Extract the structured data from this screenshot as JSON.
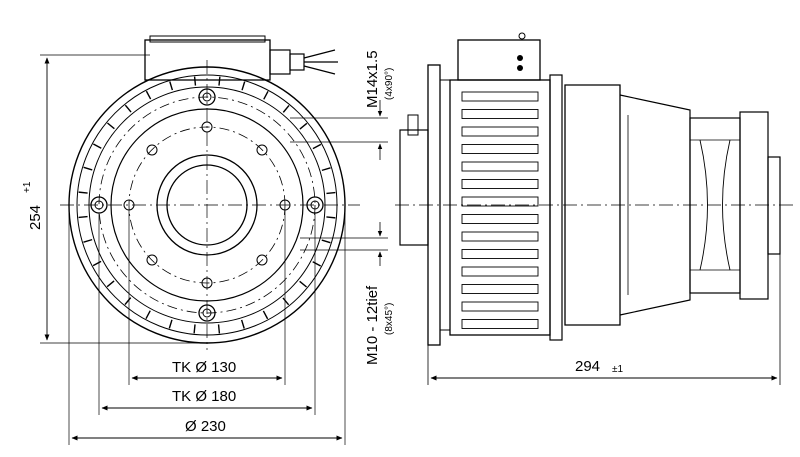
{
  "labels": {
    "tk130": "TK Ø 130",
    "tk180": "TK Ø 180",
    "d230": "Ø 230",
    "height": "254",
    "height_tol": "+1",
    "length": "294",
    "length_tol": "±1",
    "thread_top": "M14x1.5",
    "thread_top_note": "(4x90°)",
    "thread_bottom": "M10 - 12tief",
    "thread_bottom_note": "(8x45°)"
  }
}
